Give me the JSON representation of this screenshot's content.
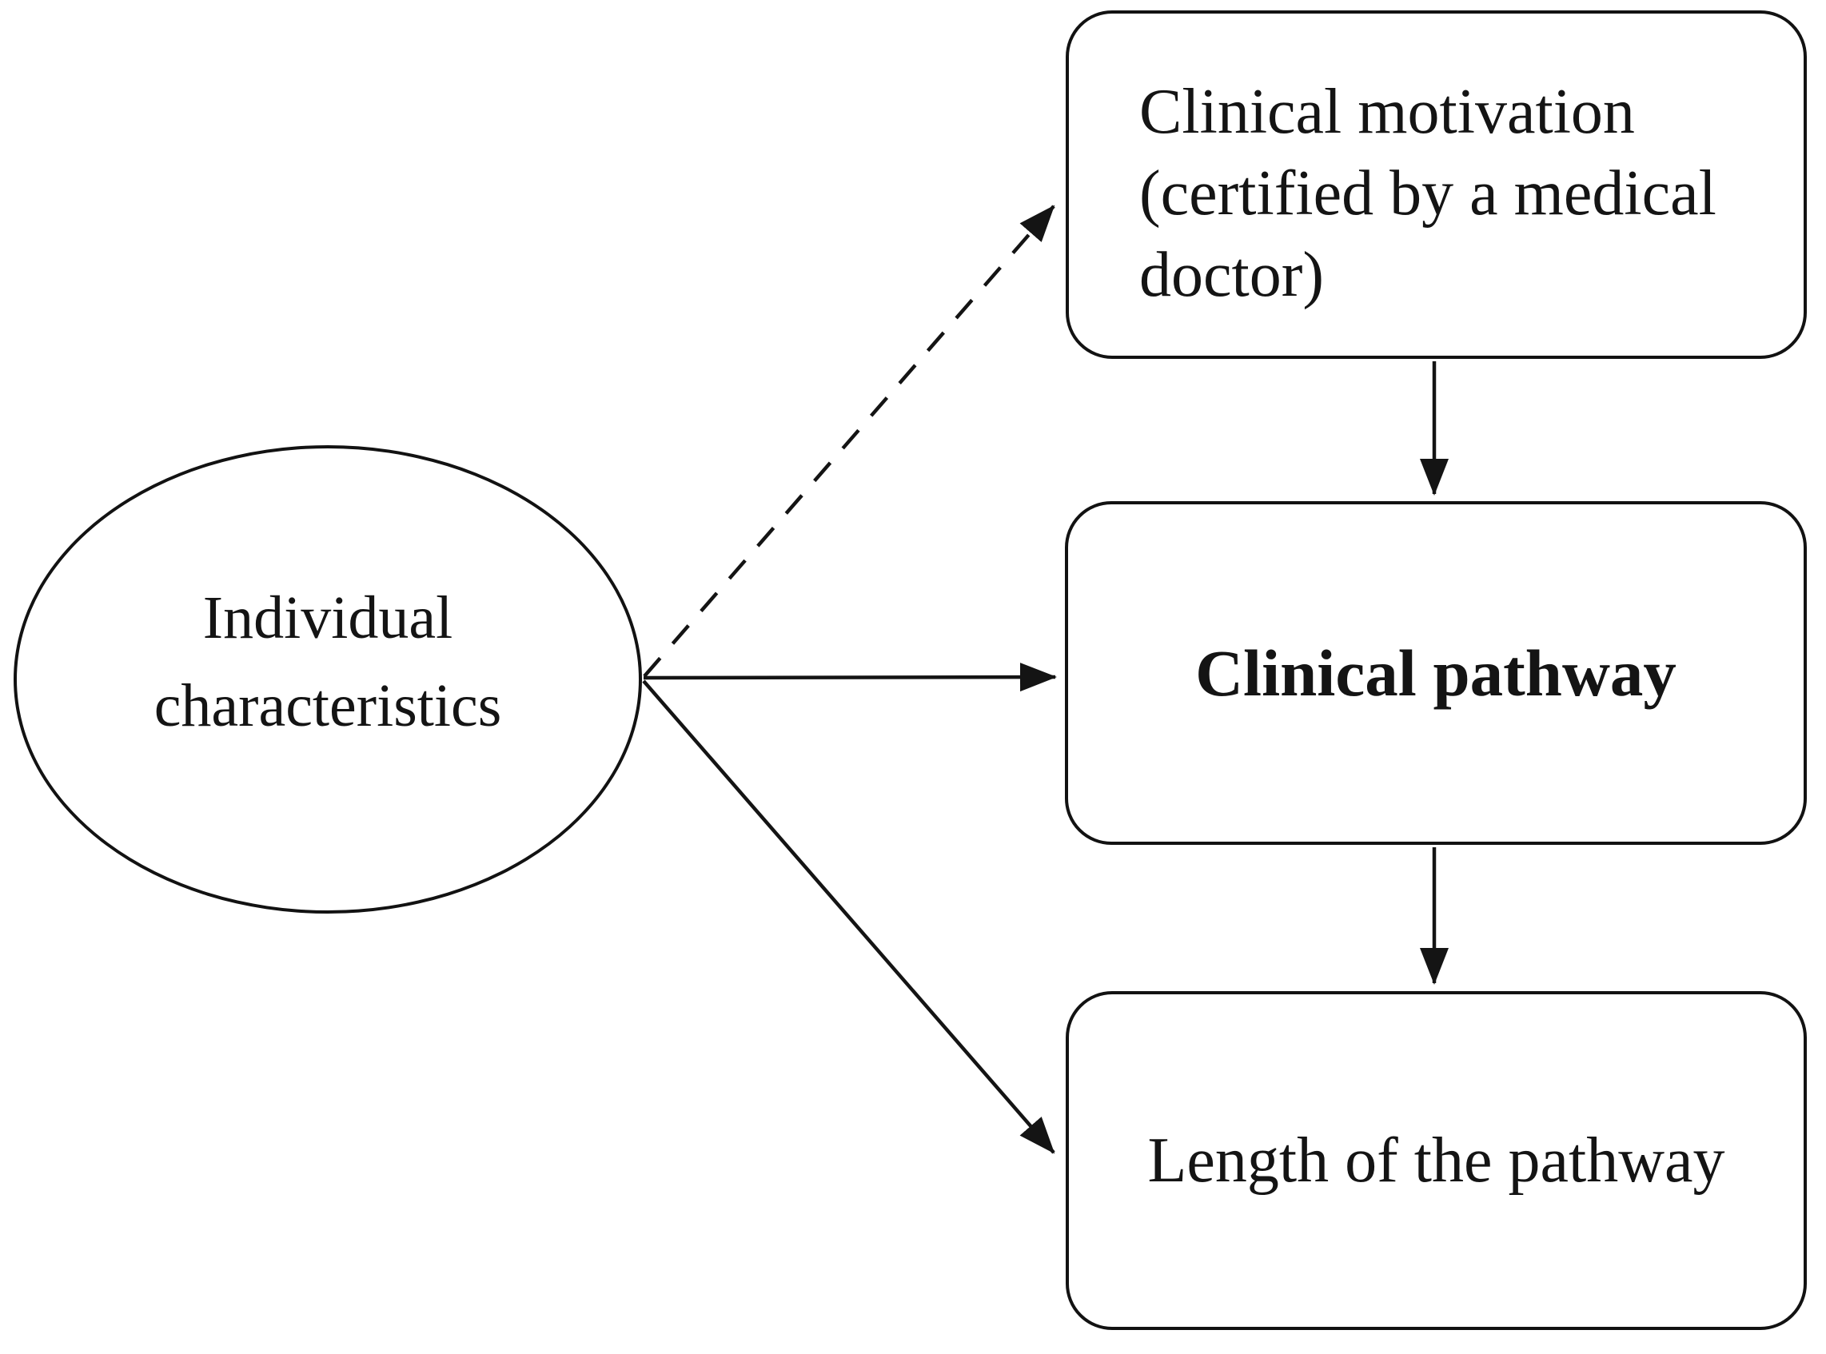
{
  "figure": {
    "type": "path-diagram",
    "background_color": "#ffffff",
    "line_color": "#141414",
    "nodes": {
      "individual_characteristics": {
        "shape": "ellipse",
        "label": "Individual characteristics"
      },
      "clinical_motivation": {
        "shape": "rounded-rectangle",
        "label": "Clinical motivation (certified by a medical doctor)",
        "lines": [
          "Clinical motivation",
          "(certified by a medical",
          "doctor)"
        ]
      },
      "clinical_pathway": {
        "shape": "rounded-rectangle",
        "label": "Clinical pathway",
        "emphasis": "bold"
      },
      "length_of_pathway": {
        "shape": "rounded-rectangle",
        "label": "Length of the pathway"
      }
    },
    "edges": [
      {
        "from": "individual_characteristics",
        "to": "clinical_motivation",
        "style": "dashed",
        "arrowhead": "end"
      },
      {
        "from": "individual_characteristics",
        "to": "clinical_pathway",
        "style": "solid",
        "arrowhead": "end"
      },
      {
        "from": "individual_characteristics",
        "to": "length_of_pathway",
        "style": "solid",
        "arrowhead": "end"
      },
      {
        "from": "clinical_motivation",
        "to": "clinical_pathway",
        "style": "solid",
        "arrowhead": "end"
      },
      {
        "from": "clinical_pathway",
        "to": "length_of_pathway",
        "style": "solid",
        "arrowhead": "end"
      }
    ]
  }
}
